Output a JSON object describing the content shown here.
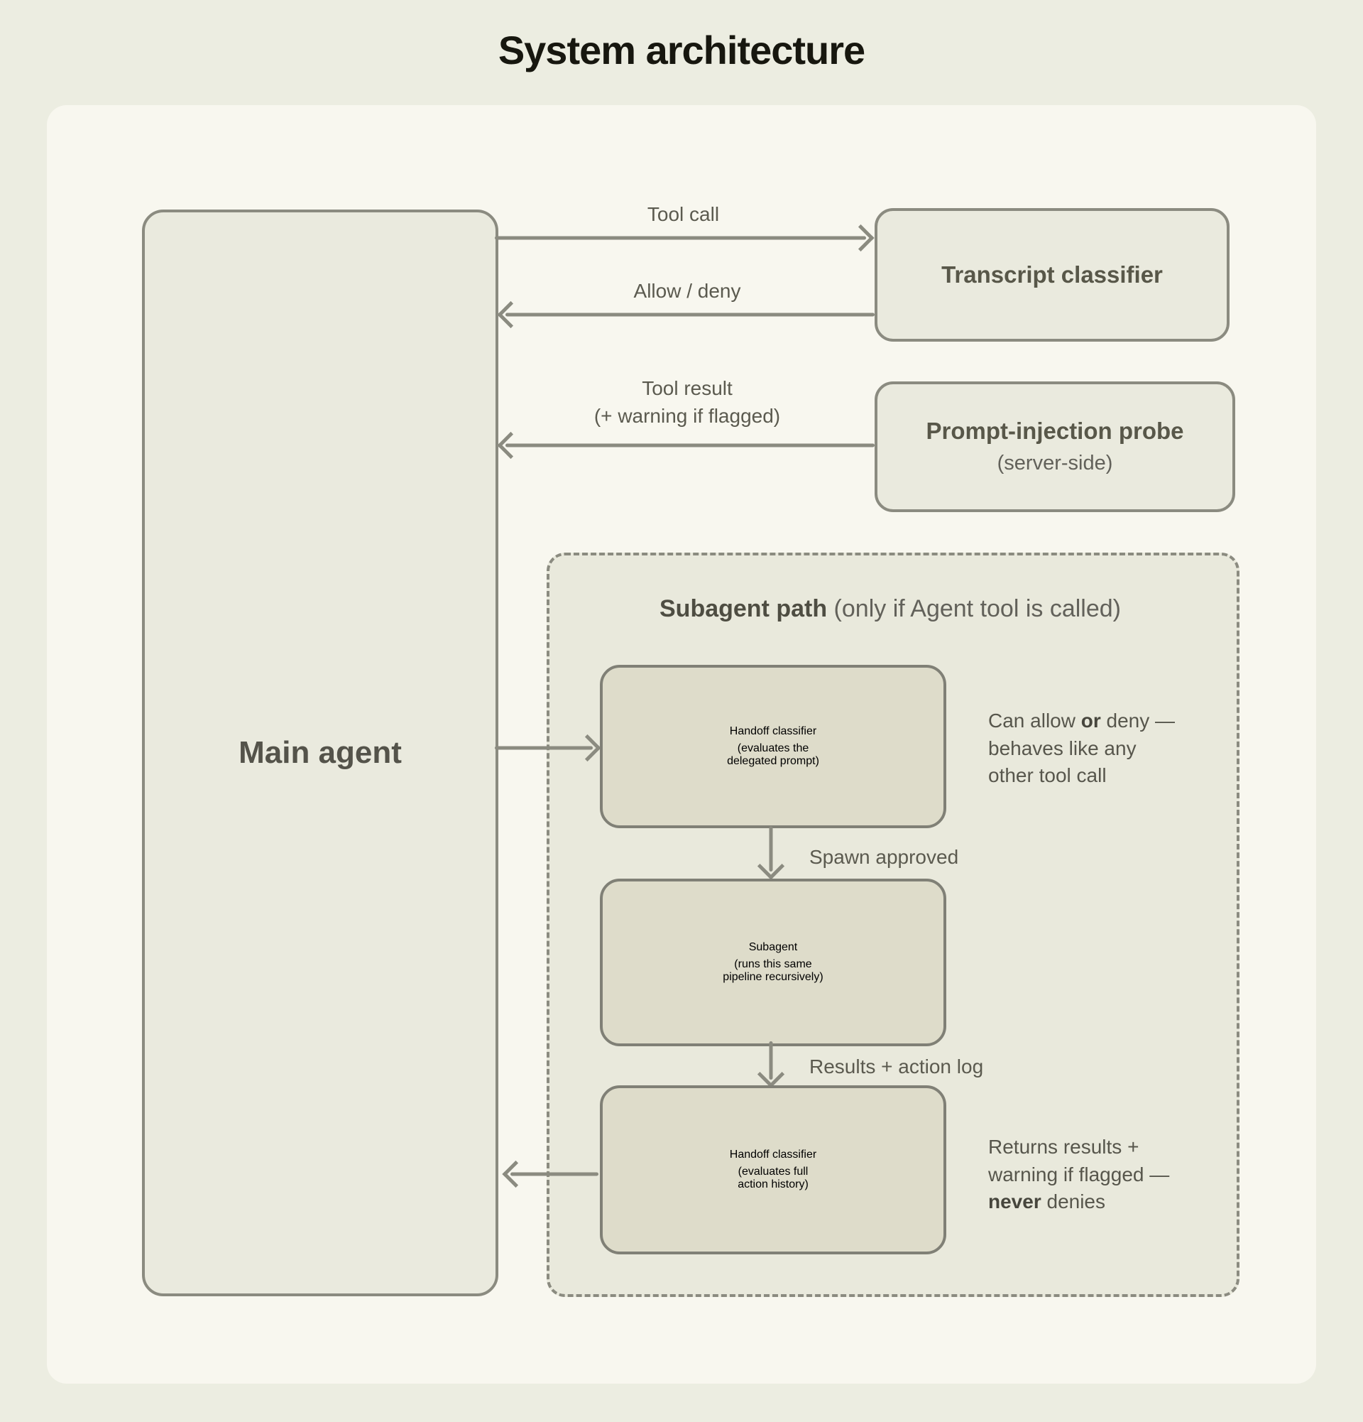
{
  "title": "System architecture",
  "colors": {
    "page_bg": "#ecede1",
    "panel_bg": "#f8f7ef",
    "node_fill": "#eaeade",
    "inner_node_fill": "#dedcca",
    "dashed_container_fill": "#e9e9dc",
    "stroke_gray": "#8b8b80",
    "title_text": "#17170f",
    "body_text": "#5b5a4f"
  },
  "main_agent": {
    "label": "Main agent"
  },
  "boxes": {
    "transcript": {
      "title": "Transcript classifier"
    },
    "probe": {
      "title": "Prompt-injection probe",
      "subtitle": "(server-side)"
    }
  },
  "labels": {
    "tool_call": "Tool call",
    "allow_deny": "Allow / deny",
    "tool_result_1": "Tool result",
    "tool_result_2": "(+ warning if flagged)",
    "spawn_approved": "Spawn approved",
    "results_action_log": "Results + action log"
  },
  "subagent_path": {
    "header_bold": "Subagent path",
    "header_rest": " (only if Agent tool is called)",
    "handoff_top": {
      "title": "Handoff classifier",
      "sub1": "(evaluates the",
      "sub2": "delegated prompt)"
    },
    "subagent": {
      "title": "Subagent",
      "sub1": "(runs this same",
      "sub2": "pipeline recursively)"
    },
    "handoff_bottom": {
      "title": "Handoff classifier",
      "sub1": "(evaluates full",
      "sub2": "action history)"
    },
    "annotation_top": {
      "l1a": "Can allow ",
      "l1b": "or",
      "l1c": " deny —",
      "l2": "behaves like any",
      "l3": "other tool call"
    },
    "annotation_bottom": {
      "l1": "Returns results +",
      "l2": "warning if flagged —",
      "l3a": "never",
      "l3b": " denies"
    }
  }
}
